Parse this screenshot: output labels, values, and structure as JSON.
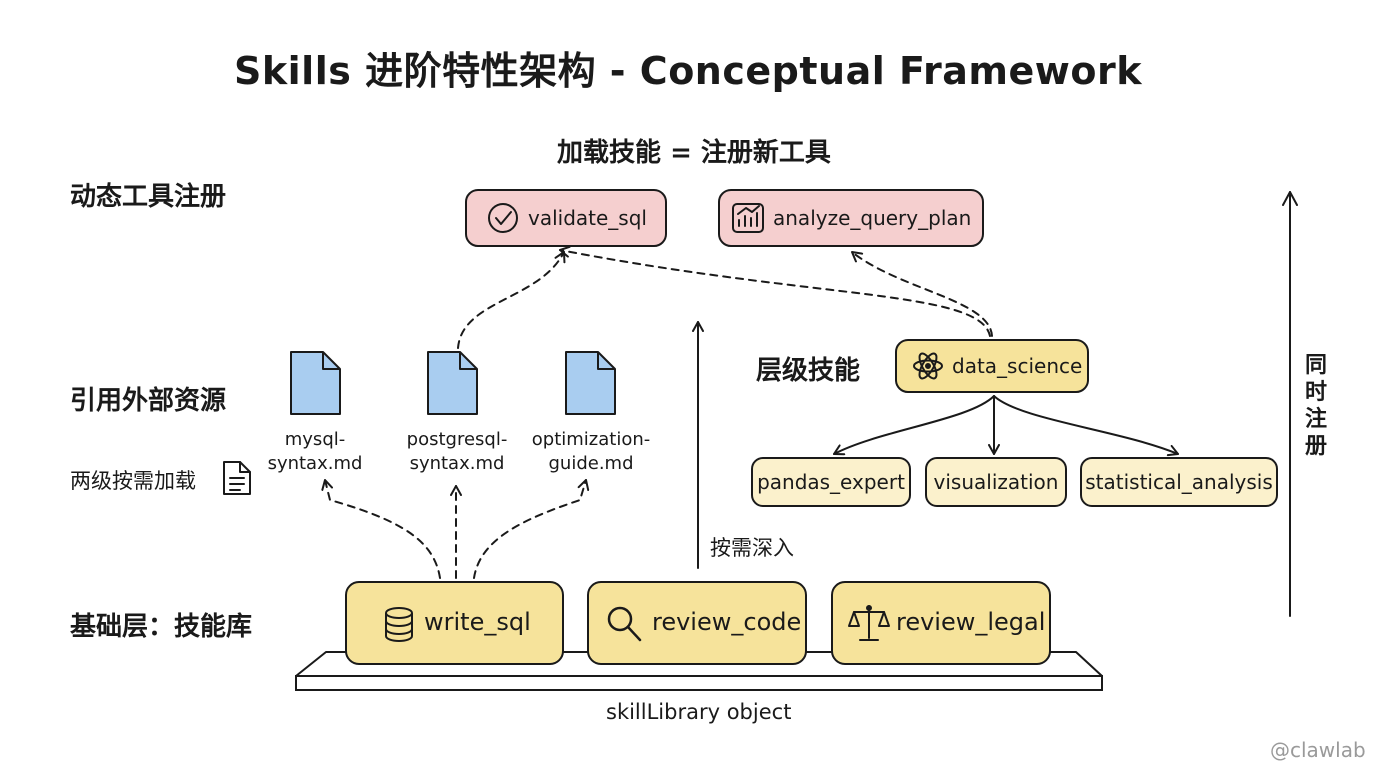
{
  "title": "Skills 进阶特性架构 - Conceptual Framework",
  "dynamic_tools": {
    "heading": "加载技能 = 注册新工具",
    "layer_label": "动态工具注册",
    "tools": [
      {
        "name": "validate_sql",
        "icon": "check-circle-icon"
      },
      {
        "name": "analyze_query_plan",
        "icon": "chart-icon"
      }
    ]
  },
  "external_resources": {
    "layer_label": "引用外部资源",
    "sub_label": "两级按需加载",
    "sub_icon": "document-icon",
    "files": [
      {
        "line1": "mysql-",
        "line2": "syntax.md"
      },
      {
        "line1": "postgresql-",
        "line2": "syntax.md"
      },
      {
        "line1": "optimization-",
        "line2": "guide.md"
      }
    ]
  },
  "hierarchy": {
    "layer_label": "层级技能",
    "parent": {
      "name": "data_science",
      "icon": "atom-icon"
    },
    "children": [
      "pandas_expert",
      "visualization",
      "statistical_analysis"
    ]
  },
  "base": {
    "layer_label": "基础层：技能库",
    "skills": [
      {
        "name": "write_sql",
        "icon": "database-icon"
      },
      {
        "name": "review_code",
        "icon": "magnifier-icon"
      },
      {
        "name": "review_legal",
        "icon": "scales-icon"
      }
    ],
    "platform_label": "skillLibrary object"
  },
  "drill_down_label": "按需深入",
  "side_arrow_label": "同时注册",
  "watermark": "@clawlab",
  "colors": {
    "tool_fill": "#f5cfcf",
    "skill_fill": "#f6e39b",
    "child_fill": "#fbf1cc",
    "file_fill": "#a9cdf0",
    "stroke": "#1a1a1a"
  }
}
